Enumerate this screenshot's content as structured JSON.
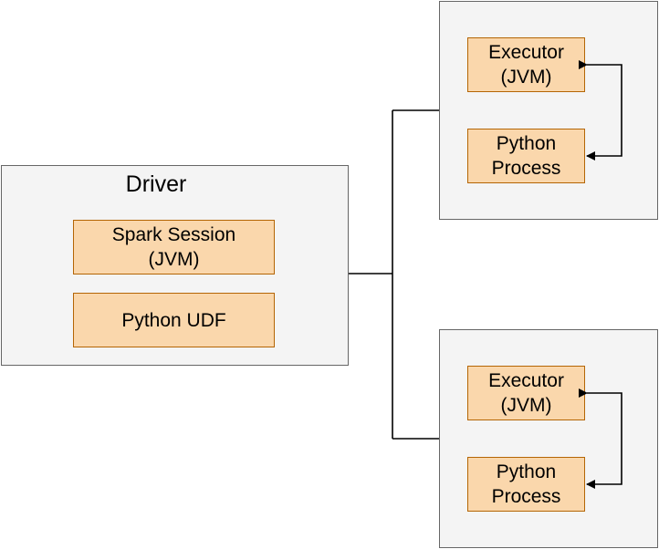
{
  "diagram": {
    "driver": {
      "title": "Driver",
      "components": [
        {
          "label": "Spark Session\n(JVM)"
        },
        {
          "label": "Python UDF"
        }
      ]
    },
    "executor_nodes": [
      {
        "executor_label": "Executor\n(JVM)",
        "process_label": "Python\nProcess"
      },
      {
        "executor_label": "Executor\n(JVM)",
        "process_label": "Python\nProcess"
      }
    ],
    "colors": {
      "panel_fill": "#f4f4f4",
      "panel_stroke": "#666666",
      "component_fill": "#fad7ac",
      "component_stroke": "#b46504",
      "connector": "#000000"
    }
  }
}
